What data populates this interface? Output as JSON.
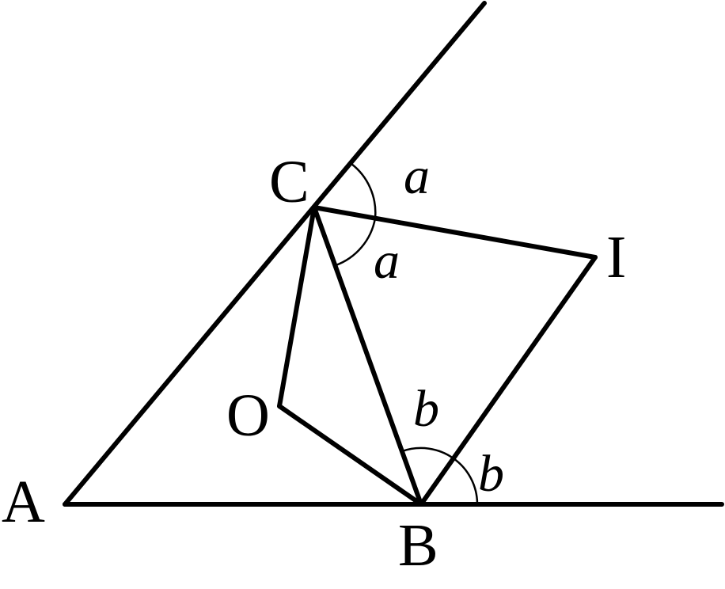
{
  "points": {
    "A": "A",
    "B": "B",
    "C": "C",
    "O": "O",
    "I": "I"
  },
  "angles": {
    "at_C_exterior": "a",
    "at_C_interior": "a",
    "at_B_upper": "b",
    "at_B_lower": "b"
  },
  "colors": {
    "stroke": "#000000",
    "background": "#ffffff"
  }
}
